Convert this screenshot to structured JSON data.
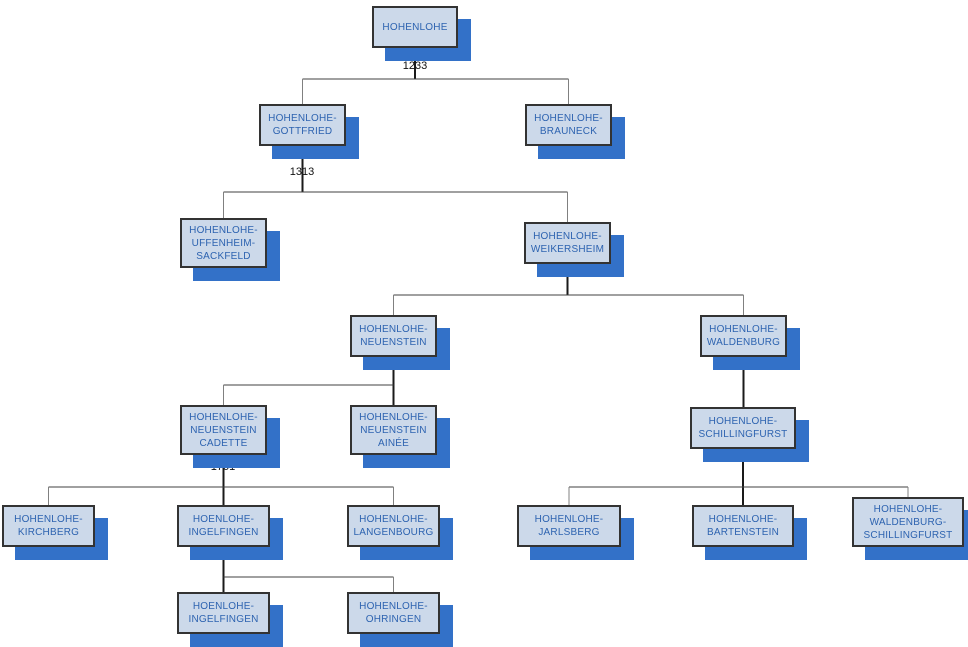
{
  "diagram": {
    "type": "family-tree",
    "root": "HOHENLOHE",
    "year_labels": {
      "hohenlohe_split": "1233",
      "gottfried_split": "1313",
      "neuenstein_cadette_split": "1701"
    }
  },
  "colors": {
    "node_fill": "#ccd9ea",
    "node_border": "#333333",
    "node_shadow_blue": "#3371c8",
    "node_text_blue": "#2d63b0",
    "connector_dark": "#1a1a1a",
    "connector_stub_gray": "#808080"
  },
  "nodes": [
    {
      "id": "hohenlohe",
      "label": "HOHENLOHE",
      "parent": null
    },
    {
      "id": "gottfried",
      "label": "HOHENLOHE-\nGOTTFRIED",
      "parent": "hohenlohe"
    },
    {
      "id": "brauneck",
      "label": "HOHENLOHE-\nBRAUNECK",
      "parent": "hohenlohe"
    },
    {
      "id": "uffenheim-sackfeld",
      "label": "HOHENLOHE-\nUFFENHEIM-\nSACKFELD",
      "parent": "gottfried"
    },
    {
      "id": "weikersheim",
      "label": "HOHENLOHE-\nWEIKERSHEIM",
      "parent": "gottfried"
    },
    {
      "id": "neuenstein",
      "label": "HOHENLOHE-\nNEUENSTEIN",
      "parent": "weikersheim"
    },
    {
      "id": "waldenburg",
      "label": "HOHENLOHE-\nWALDENBURG",
      "parent": "weikersheim"
    },
    {
      "id": "neuenstein-cadette",
      "label": "HOHENLOHE-\nNEUENSTEIN\nCADETTE",
      "parent": "neuenstein"
    },
    {
      "id": "neuenstein-ainee",
      "label": "HOHENLOHE-\nNEUENSTEIN\nAINÉE",
      "parent": "neuenstein"
    },
    {
      "id": "schillingfurst",
      "label": "HOHENLOHE-\nSCHILLINGFURST",
      "parent": "waldenburg"
    },
    {
      "id": "kirchberg",
      "label": "HOHENLOHE-\nKIRCHBERG",
      "parent": "neuenstein-cadette"
    },
    {
      "id": "ingelfingen",
      "label": "HOENLOHE-\nINGELFINGEN",
      "parent": "neuenstein-cadette"
    },
    {
      "id": "langenbourg",
      "label": "HOHENLOHE-\nLANGENBOURG",
      "parent": "neuenstein-cadette"
    },
    {
      "id": "jarlsberg",
      "label": "HOHENLOHE-\nJARLSBERG",
      "parent": "schillingfurst"
    },
    {
      "id": "bartenstein",
      "label": "HOHENLOHE-\nBARTENSTEIN",
      "parent": "schillingfurst"
    },
    {
      "id": "waldenburg-schillingfurst",
      "label": "HOHENLOHE-\nWALDENBURG-\nSCHILLINGFURST",
      "parent": "schillingfurst"
    },
    {
      "id": "ingelfingen-2",
      "label": "HOENLOHE-\nINGELFINGEN",
      "parent": "ingelfingen"
    },
    {
      "id": "ohringen",
      "label": "HOHENLOHE-\nOHRINGEN",
      "parent": "ingelfingen"
    }
  ]
}
